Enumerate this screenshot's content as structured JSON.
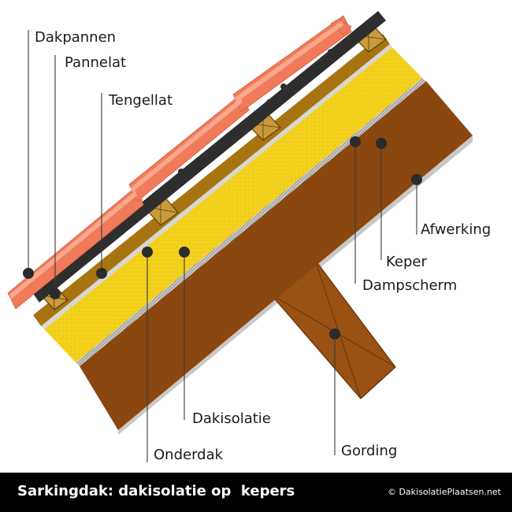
{
  "diagram": {
    "labels": {
      "dakpannen": "Dakpannen",
      "pannelat": "Pannelat",
      "tengellat": "Tengellat",
      "afwerking": "Afwerking",
      "keper": "Keper",
      "dampscherm": "Dampscherm",
      "dakisolatie": "Dakisolatie",
      "onderdak": "Onderdak",
      "gording": "Gording"
    },
    "colors": {
      "tile": "#f07a5a",
      "tengellat": "#a87412",
      "insulation": "#f4d21e",
      "rafter": "#8a4710",
      "purlin": "#9a5214",
      "vapour_barrier": "#b8b8b8",
      "finish": "#c8c8c8",
      "batten": "#2e2e2e"
    }
  },
  "footer": {
    "title": "Sarkingdak: dakisolatie op  kepers",
    "copyright": "© DakisolatiePlaatsen.net"
  }
}
